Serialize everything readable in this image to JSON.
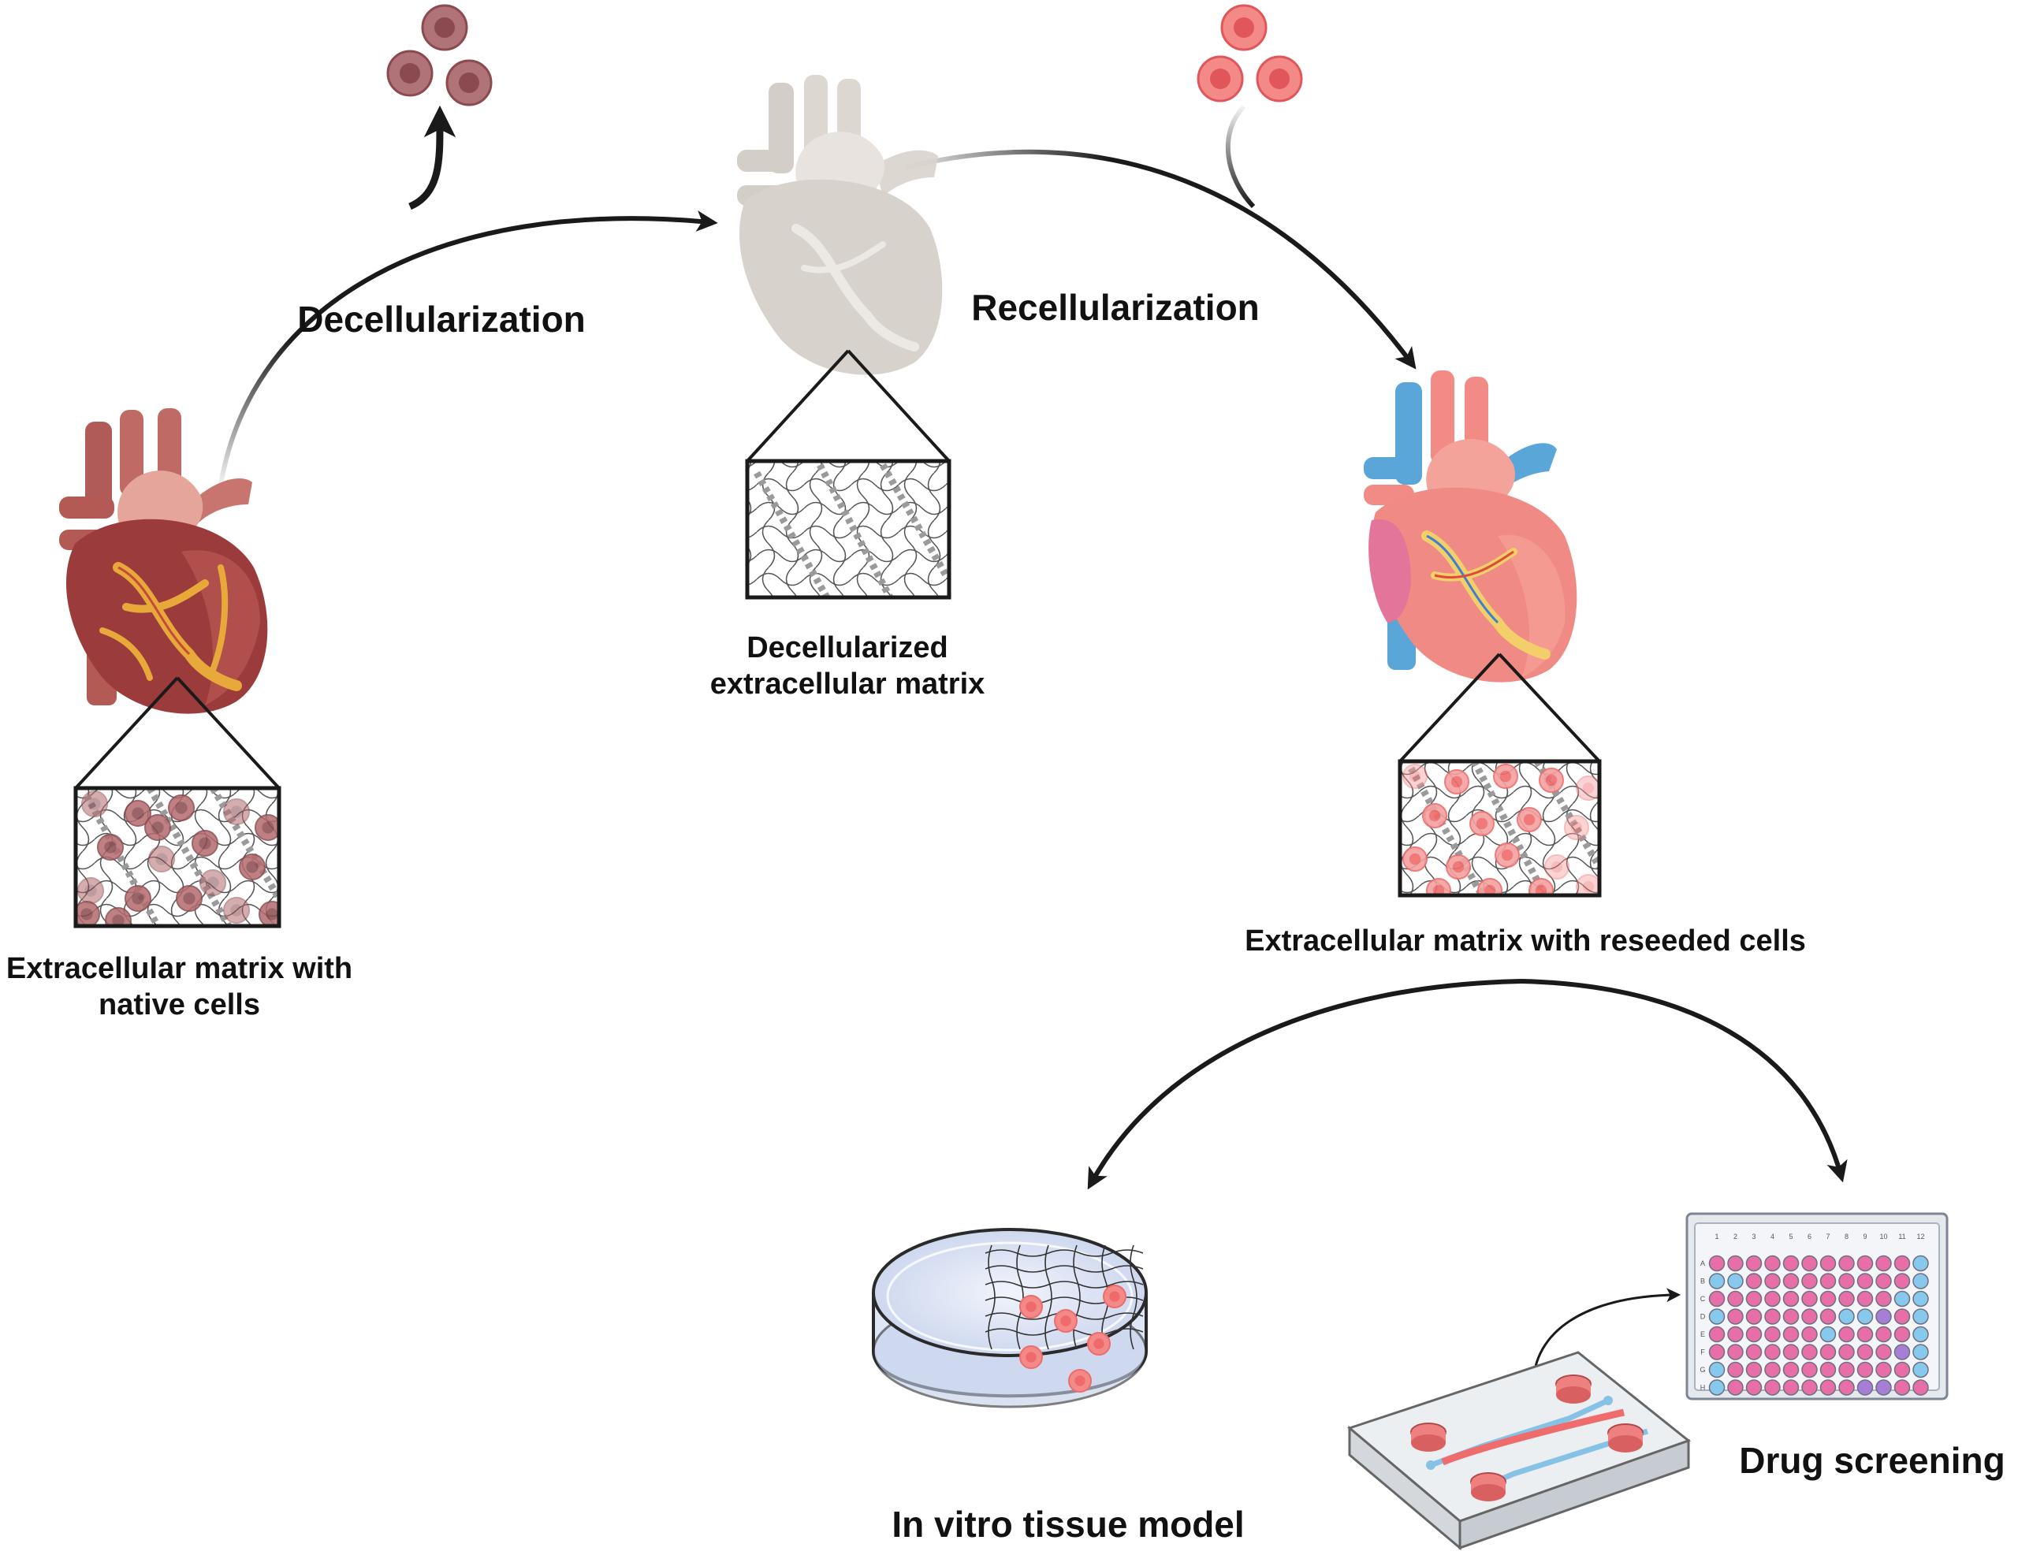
{
  "labels": {
    "decellularization": "Decellularization",
    "recellularization": "Recellularization",
    "native_line1": "Extracellular matrix with",
    "native_line2": "native cells",
    "decell_line1": "Decellularized",
    "decell_line2": "extracellular matrix",
    "reseeded": "Extracellular matrix with reseeded cells",
    "in_vitro": "In vitro tissue model",
    "drug_screening": "Drug screening"
  },
  "plate": {
    "columns": [
      "1",
      "2",
      "3",
      "4",
      "5",
      "6",
      "7",
      "8",
      "9",
      "10",
      "11",
      "12"
    ],
    "rows": [
      "A",
      "B",
      "C",
      "D",
      "E",
      "F",
      "G",
      "H"
    ]
  },
  "colors": {
    "native_heart": "#9b3b3b",
    "decell_heart": "#d6d1cb",
    "recell_heart": "#f08a84",
    "vessel_blue": "#5aa6d8",
    "cell_native": "#b36b6e",
    "cell_reseeded": "#ef6b6b",
    "well_pink": "#e86ea8",
    "well_blue": "#86c9ec",
    "well_purple": "#a77ed6"
  }
}
